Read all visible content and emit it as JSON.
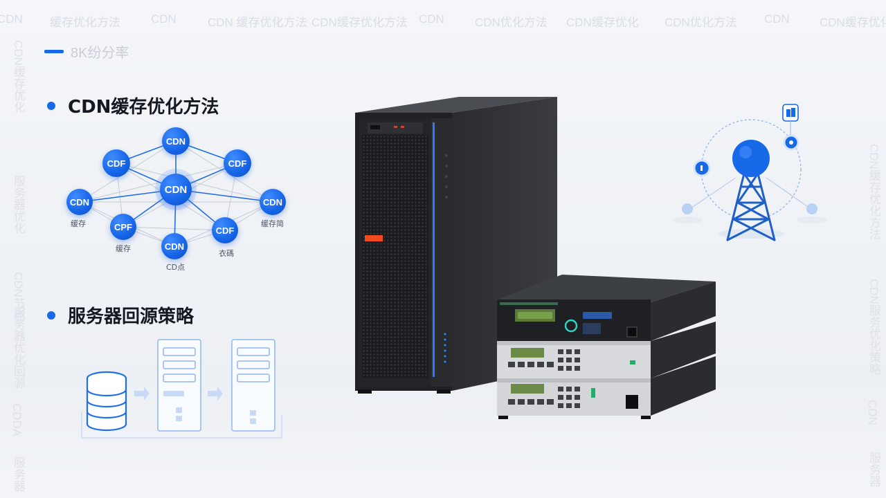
{
  "watermark": {
    "top_row": [
      "CDN",
      "缓存优化方法",
      "CDN",
      "CDN 缓存优化方法",
      "CDN缓存优化方法",
      "CDN",
      "CDN优化方法",
      "CDN缓存优化",
      "CDN优化方法",
      "CDN",
      "CDN缓存优化"
    ],
    "left_column": [
      "CDN缓存优化",
      "服务器优化",
      "CDN节点",
      "服务器优化回源",
      "CDDA",
      "服务器"
    ],
    "right_column": [
      "CDN缓存优化方法",
      "CDN服务优化策略",
      "CDN",
      "服务器"
    ]
  },
  "resolution_label": "8K纷分率",
  "sections": {
    "cdn_title": "CDN缓存优化方法",
    "origin_title": "服务器回源策略"
  },
  "network": {
    "nodes": [
      {
        "label": "CDN"
      },
      {
        "label": "CDF"
      },
      {
        "label": "CDF"
      },
      {
        "label": "CDN"
      },
      {
        "label": "CDN"
      },
      {
        "label": "CDN"
      },
      {
        "label": "CPF"
      },
      {
        "label": "CDF"
      },
      {
        "label": "CDN"
      }
    ],
    "captions": [
      "缓存",
      "缓存",
      "CD点",
      "衣碼",
      "缓存简"
    ]
  },
  "colors": {
    "accent": "#1769e8",
    "title_text": "#141821",
    "watermark": "#d9dee6",
    "server_body": "#1f2124",
    "led_orange": "#f04a1e"
  }
}
